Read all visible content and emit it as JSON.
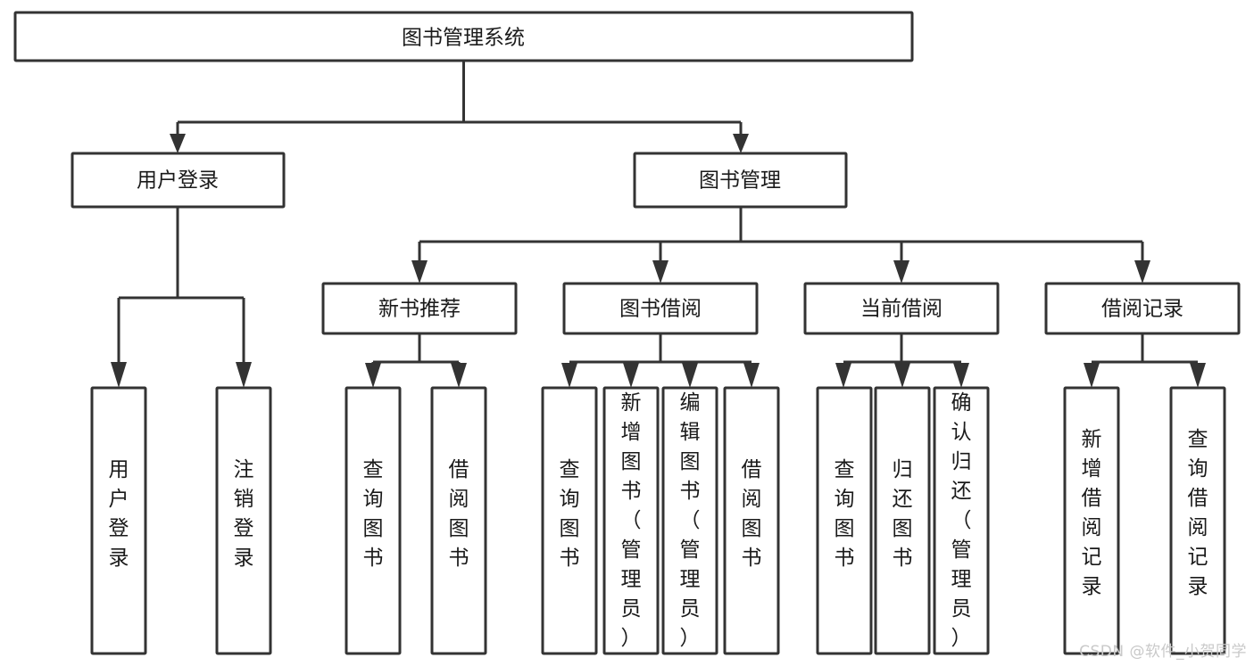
{
  "diagram": {
    "type": "tree",
    "title": "图书管理系统",
    "watermark": "CSDN @软件_小贺同学",
    "colors": {
      "box_stroke": "#333333",
      "box_fill": "#ffffff",
      "text": "#1a1a1a",
      "connector": "#333333",
      "watermark": "#c9c9c9",
      "background": "#ffffff"
    },
    "levels": {
      "root": {
        "label": "图书管理系统"
      },
      "level2": [
        {
          "label": "用户登录"
        },
        {
          "label": "图书管理"
        }
      ],
      "level3": [
        {
          "label": "新书推荐"
        },
        {
          "label": "图书借阅"
        },
        {
          "label": "当前借阅"
        },
        {
          "label": "借阅记录"
        }
      ],
      "leaves_user_login": [
        {
          "label": "用户登录"
        },
        {
          "label": "注销登录"
        }
      ],
      "leaves_new_book": [
        {
          "label": "查询图书"
        },
        {
          "label": "借阅图书"
        }
      ],
      "leaves_borrow": [
        {
          "label": "查询图书"
        },
        {
          "label": "新增图书（管理员）"
        },
        {
          "label": "编辑图书（管理员）"
        },
        {
          "label": "借阅图书"
        }
      ],
      "leaves_current": [
        {
          "label": "查询图书"
        },
        {
          "label": "归还图书"
        },
        {
          "label": "确认归还（管理员）"
        }
      ],
      "leaves_records": [
        {
          "label": "新增借阅记录"
        },
        {
          "label": "查询借阅记录"
        }
      ]
    }
  }
}
